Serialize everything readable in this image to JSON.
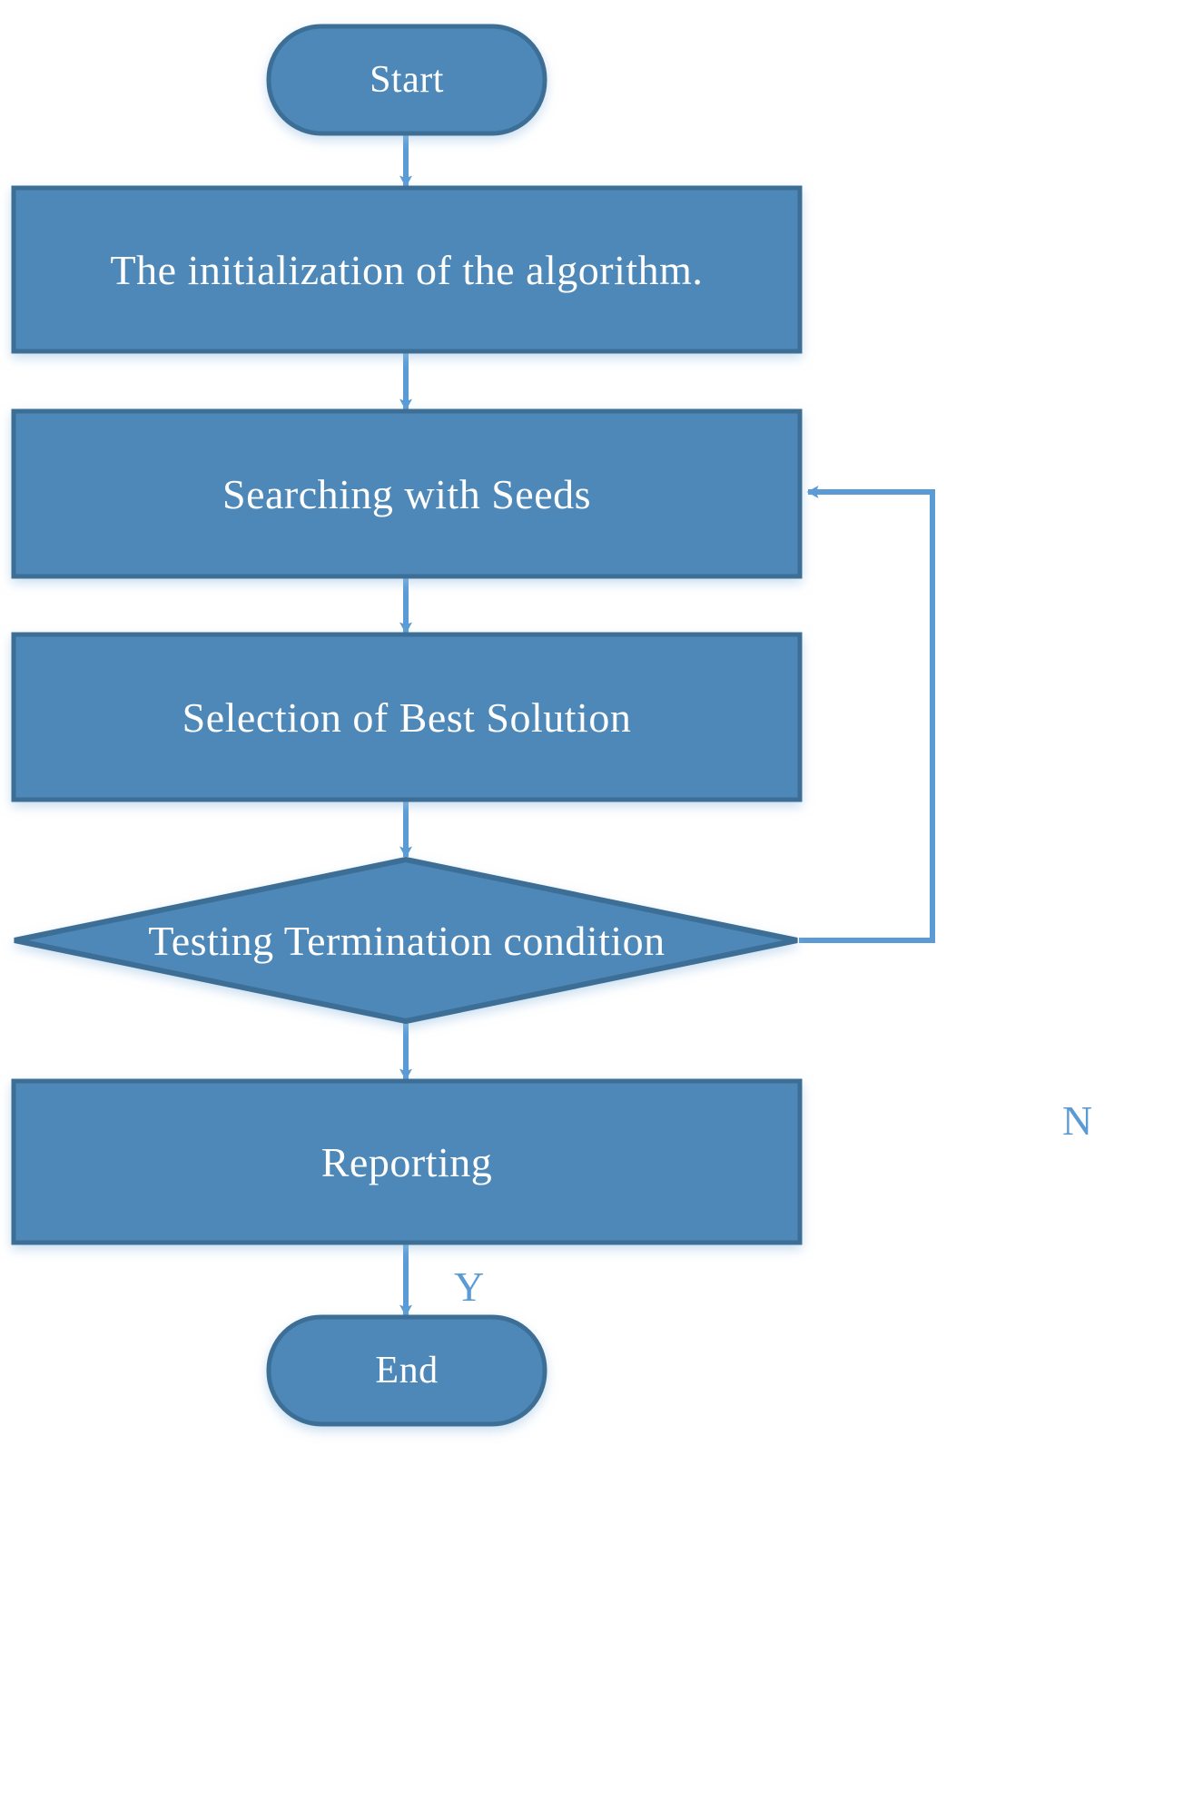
{
  "diagram": {
    "type": "flowchart",
    "title": "Algorithm Flowchart",
    "colors": {
      "node_fill": "#4E88B8",
      "node_stroke": "#3D6E96",
      "connector": "#5B9BD5",
      "node_text": "#FFFFFF",
      "label_text": "#5B9BD5",
      "background": "#FFFFFF"
    },
    "nodes": [
      {
        "id": "start",
        "shape": "terminator",
        "label": "Start"
      },
      {
        "id": "init",
        "shape": "process",
        "label": "The initialization of the algorithm."
      },
      {
        "id": "search",
        "shape": "process",
        "label": "Searching with Seeds"
      },
      {
        "id": "selection",
        "shape": "process",
        "label": "Selection of Best Solution"
      },
      {
        "id": "decision",
        "shape": "decision",
        "label": "Testing Termination condition"
      },
      {
        "id": "reporting",
        "shape": "process",
        "label": "Reporting"
      },
      {
        "id": "end",
        "shape": "terminator",
        "label": "End"
      }
    ],
    "edges": [
      {
        "from": "start",
        "to": "init",
        "label": ""
      },
      {
        "from": "init",
        "to": "search",
        "label": ""
      },
      {
        "from": "search",
        "to": "selection",
        "label": ""
      },
      {
        "from": "selection",
        "to": "decision",
        "label": ""
      },
      {
        "from": "decision",
        "to": "search",
        "label": "N"
      },
      {
        "from": "decision",
        "to": "reporting",
        "label": "Y"
      },
      {
        "from": "reporting",
        "to": "end",
        "label": ""
      }
    ],
    "edge_labels": {
      "no": "N",
      "yes": "Y"
    }
  }
}
